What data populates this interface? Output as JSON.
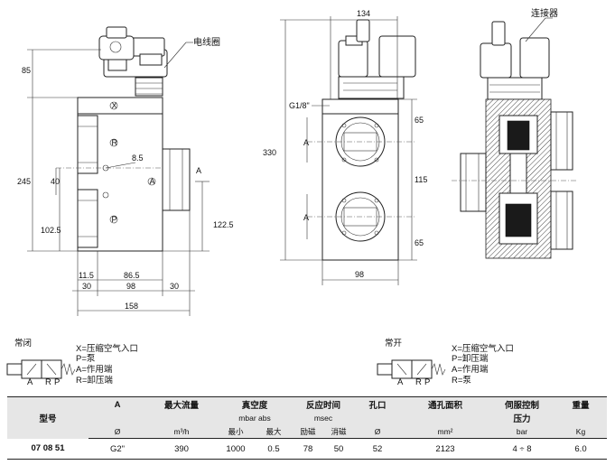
{
  "drawing": {
    "callouts": {
      "coil": "电线圈",
      "connector": "连接器"
    },
    "dimensions_front": {
      "top_height": "85",
      "total_height": "245",
      "d40": "40",
      "d102_5": "102.5",
      "d122_5": "122.5",
      "d8_5": "8.5",
      "d11_5": "11.5",
      "d86_5": "86.5",
      "d30_left": "30",
      "d98": "98",
      "d30_right": "30",
      "d158": "158",
      "port_a_side": "A"
    },
    "dimensions_side": {
      "width_top": "134",
      "g18": "G1/8\"",
      "height": "330",
      "d65_top": "65",
      "d115": "115",
      "d65_bottom": "65",
      "d98": "98",
      "a_upper": "A",
      "a_lower": "A"
    },
    "port_labels": {
      "x": "X",
      "r": "R",
      "a": "A",
      "p": "P"
    }
  },
  "symbols": {
    "normally_closed": {
      "title": "常闭",
      "legend": [
        "X=压缩空气入口",
        "P=泵",
        "A=作用端",
        "R=卸压端"
      ],
      "ports": [
        "A",
        "R",
        "P"
      ]
    },
    "normally_open": {
      "title": "常开",
      "legend": [
        "X=压缩空气入口",
        "P=卸压端",
        "A=作用端",
        "R=泵"
      ],
      "ports": [
        "A",
        "R",
        "P"
      ]
    }
  },
  "table": {
    "headers": {
      "model": "型号",
      "a": "A",
      "max_flow": "最大流量",
      "vacuum": "真空度",
      "response": "反应时间",
      "orifice": "孔口",
      "flow_area": "通孔面积",
      "servo_line1": "伺服控制",
      "servo_line2": "压力",
      "weight": "重量"
    },
    "subunits": {
      "vacuum_unit": "mbar  abs",
      "response_unit": "msec"
    },
    "units": {
      "a": "Ø",
      "max_flow": "m³/h",
      "vacuum_min": "最小",
      "vacuum_max": "最大",
      "resp_on": "励磁",
      "resp_off": "消磁",
      "orifice": "Ø",
      "flow_area": "mm²",
      "servo": "bar",
      "weight": "Kg"
    },
    "rows": [
      {
        "model": "07 08 51",
        "a": "G2\"",
        "max_flow": "390",
        "vacuum_min": "1000",
        "vacuum_max": "0.5",
        "resp_on": "78",
        "resp_off": "50",
        "orifice": "52",
        "flow_area": "2123",
        "servo": "4 ÷ 8",
        "weight": "6.0"
      }
    ]
  }
}
